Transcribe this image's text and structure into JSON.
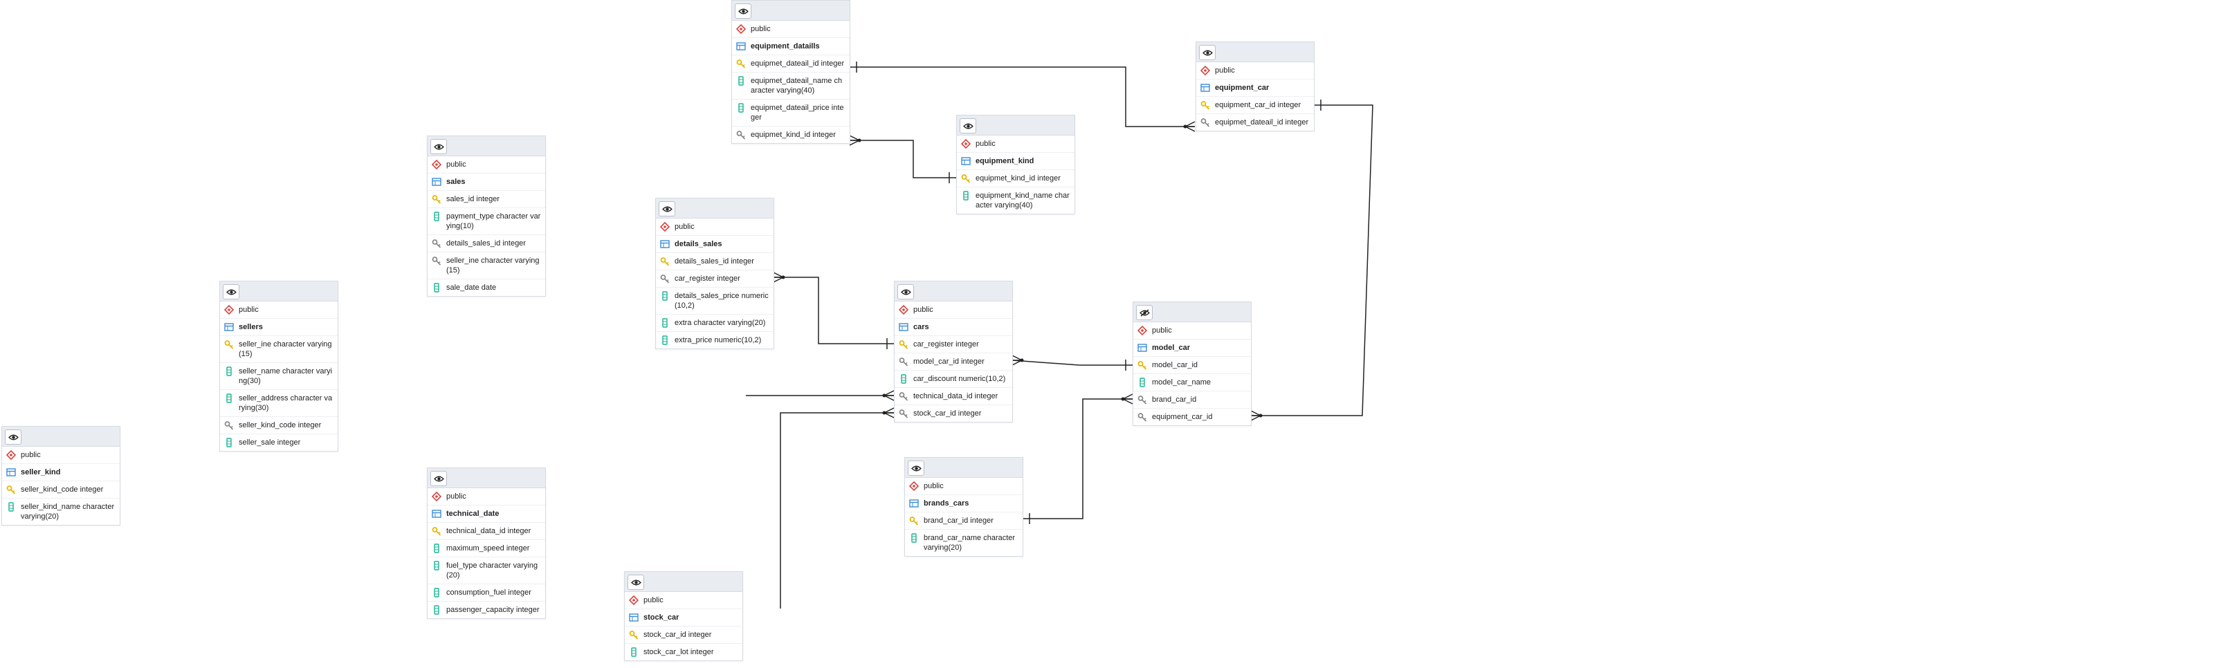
{
  "tables": {
    "equipment_dataills": {
      "schema": "public",
      "name": "equipment_dataills",
      "columns": [
        {
          "text": "equipmet_dateail_id integer",
          "kind": "key"
        },
        {
          "text": "equipmet_dateail_name character varying(40)",
          "kind": "col"
        },
        {
          "text": "equipmet_dateail_price integer",
          "kind": "col"
        },
        {
          "text": "equipmet_kind_id integer",
          "kind": "fk"
        }
      ]
    },
    "equipment_car": {
      "schema": "public",
      "name": "equipment_car",
      "columns": [
        {
          "text": "equipment_car_id integer",
          "kind": "key"
        },
        {
          "text": "equipmet_dateail_id integer",
          "kind": "fk"
        }
      ]
    },
    "equipment_kind": {
      "schema": "public",
      "name": "equipment_kind",
      "columns": [
        {
          "text": "equipmet_kind_id integer",
          "kind": "key"
        },
        {
          "text": "equipment_kind_name character varying(40)",
          "kind": "col"
        }
      ]
    },
    "sales": {
      "schema": "public",
      "name": "sales",
      "columns": [
        {
          "text": "sales_id integer",
          "kind": "key"
        },
        {
          "text": "payment_type character varying(10)",
          "kind": "col"
        },
        {
          "text": "details_sales_id integer",
          "kind": "fk"
        },
        {
          "text": "seller_ine character varying(15)",
          "kind": "fk"
        },
        {
          "text": "sale_date date",
          "kind": "col"
        }
      ]
    },
    "details_sales": {
      "schema": "public",
      "name": "details_sales",
      "columns": [
        {
          "text": "details_sales_id integer",
          "kind": "key"
        },
        {
          "text": "car_register integer",
          "kind": "fk"
        },
        {
          "text": "details_sales_price numeric(10,2)",
          "kind": "col"
        },
        {
          "text": "extra character varying(20)",
          "kind": "col"
        },
        {
          "text": "extra_price numeric(10,2)",
          "kind": "col"
        }
      ]
    },
    "sellers": {
      "schema": "public",
      "name": "sellers",
      "columns": [
        {
          "text": "seller_ine character varying(15)",
          "kind": "key"
        },
        {
          "text": "seller_name character varying(30)",
          "kind": "col"
        },
        {
          "text": "seller_address character varying(30)",
          "kind": "col"
        },
        {
          "text": "seller_kind_code integer",
          "kind": "fk"
        },
        {
          "text": "seller_sale integer",
          "kind": "col"
        }
      ]
    },
    "cars": {
      "schema": "public",
      "name": "cars",
      "columns": [
        {
          "text": "car_register integer",
          "kind": "key"
        },
        {
          "text": "model_car_id integer",
          "kind": "fk"
        },
        {
          "text": "car_discount numeric(10,2)",
          "kind": "col"
        },
        {
          "text": "technical_data_id integer",
          "kind": "fk"
        },
        {
          "text": "stock_car_id integer",
          "kind": "fk"
        }
      ]
    },
    "model_car": {
      "schema": "public",
      "name": "model_car",
      "columns": [
        {
          "text": "model_car_id",
          "kind": "key"
        },
        {
          "text": "model_car_name",
          "kind": "col"
        },
        {
          "text": "brand_car_id",
          "kind": "fk"
        },
        {
          "text": "equipment_car_id",
          "kind": "fk"
        }
      ]
    },
    "seller_kind": {
      "schema": "public",
      "name": "seller_kind",
      "columns": [
        {
          "text": "seller_kind_code integer",
          "kind": "key"
        },
        {
          "text": "seller_kind_name character varying(20)",
          "kind": "col"
        }
      ]
    },
    "technical_date": {
      "schema": "public",
      "name": "technical_date",
      "columns": [
        {
          "text": "technical_data_id integer",
          "kind": "key"
        },
        {
          "text": "maximum_speed integer",
          "kind": "col"
        },
        {
          "text": "fuel_type character varying(20)",
          "kind": "col"
        },
        {
          "text": "consumption_fuel integer",
          "kind": "col"
        },
        {
          "text": "passenger_capacity integer",
          "kind": "col"
        }
      ]
    },
    "brands_cars": {
      "schema": "public",
      "name": "brands_cars",
      "columns": [
        {
          "text": "brand_car_id integer",
          "kind": "key"
        },
        {
          "text": "brand_car_name character varying(20)",
          "kind": "col"
        }
      ]
    },
    "stock_car": {
      "schema": "public",
      "name": "stock_car",
      "columns": [
        {
          "text": "stock_car_id integer",
          "kind": "key"
        },
        {
          "text": "stock_car_lot integer",
          "kind": "col"
        }
      ]
    }
  },
  "icons": {
    "schema": "schema-icon",
    "table": "table-icon",
    "key": "primary-key-icon",
    "fk": "foreign-key-icon",
    "col": "column-icon",
    "eye": "eye-icon",
    "eye_off": "eye-off-icon"
  },
  "colors": {
    "schema_icon": "#d64541",
    "table_icon": "#3c8bd9",
    "key_icon": "#e6b800",
    "fk_icon": "#8a8a8a",
    "col_icon": "#1bb394",
    "line": "#222222",
    "header_bg": "#e9ecf1"
  }
}
